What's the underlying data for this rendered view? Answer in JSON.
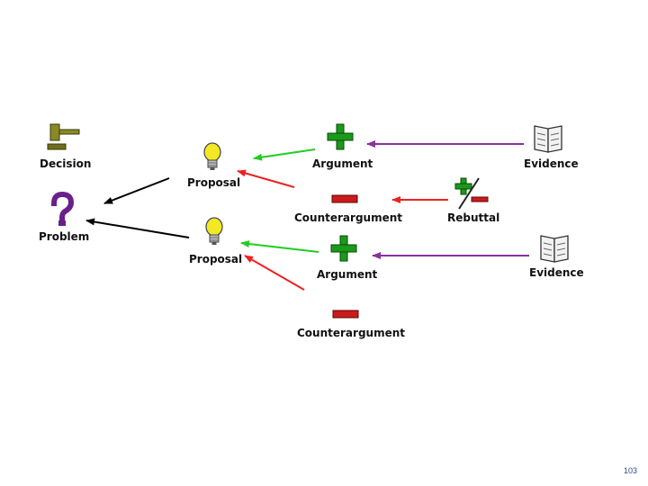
{
  "diagram": {
    "nodes": {
      "decision": {
        "label": "Decision",
        "icon": "gavel-icon"
      },
      "problem": {
        "label": "Problem",
        "icon": "question-mark-icon"
      },
      "proposal_1": {
        "label": "Proposal",
        "icon": "lightbulb-icon"
      },
      "proposal_2": {
        "label": "Proposal",
        "icon": "lightbulb-icon"
      },
      "argument_1": {
        "label": "Argument",
        "icon": "plus-icon"
      },
      "argument_2": {
        "label": "Argument",
        "icon": "plus-icon"
      },
      "counterargument_1": {
        "label": "Counterargument",
        "icon": "minus-icon"
      },
      "counterargument_2": {
        "label": "Counterargument",
        "icon": "minus-icon"
      },
      "rebuttal": {
        "label": "Rebuttal",
        "icon": "plus-minus-icon"
      },
      "evidence_1": {
        "label": "Evidence",
        "icon": "book-icon"
      },
      "evidence_2": {
        "label": "Evidence",
        "icon": "book-icon"
      }
    },
    "colors": {
      "support_arrow": "#22cc22",
      "oppose_arrow": "#ee2222",
      "evidence_arrow": "#8b2fa0",
      "resolve_arrow": "#000000",
      "plus": "#1a9a1a",
      "minus": "#cc1a1a",
      "bulb": "#f2e826",
      "question": "#6a1f8a",
      "gavel": "#7a7a20"
    }
  },
  "footer": {
    "page_number": "103"
  }
}
